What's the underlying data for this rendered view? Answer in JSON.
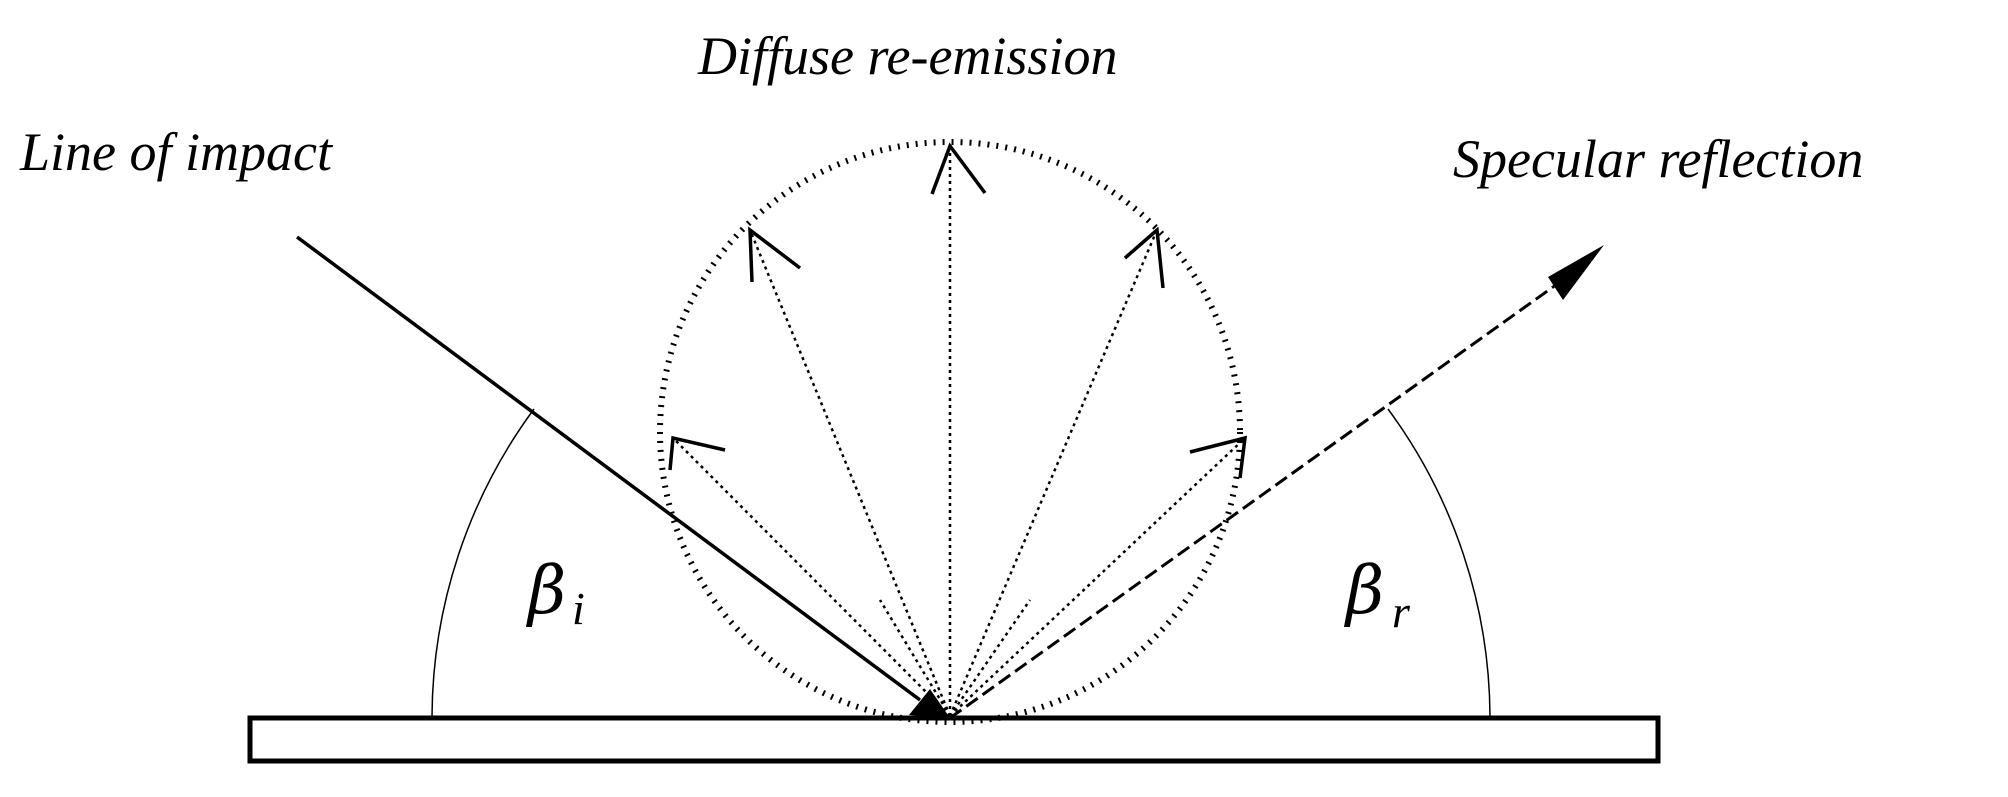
{
  "labels": {
    "diffuse": "Diffuse re-emission",
    "impact": "Line of impact",
    "specular": "Specular reflection",
    "beta_i_symbol": "β",
    "beta_i_sub": "i",
    "beta_r_symbol": "β",
    "beta_r_sub": "r"
  },
  "colors": {
    "stroke": "#000000",
    "background": "#ffffff"
  }
}
